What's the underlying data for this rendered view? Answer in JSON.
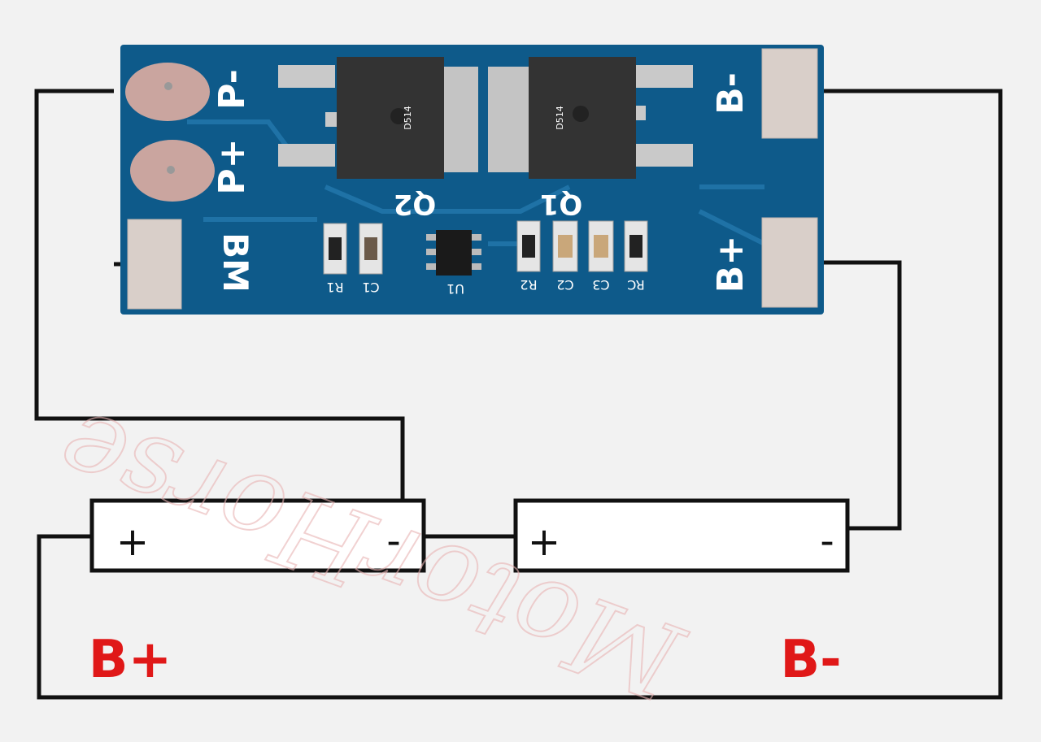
{
  "board": {
    "color": "#0e5a8a",
    "pad_labels": {
      "p_minus": "P-",
      "p_plus": "P+",
      "bm": "BM",
      "b_minus": "B-",
      "b_plus": "B+"
    },
    "components": {
      "q2": "Q2",
      "q1": "Q1",
      "u1": "U1",
      "r1": "R1",
      "c1": "C1",
      "r2": "R2",
      "c2": "C2",
      "c3": "C3",
      "rc": "RC"
    },
    "mosfet_marking": "D514"
  },
  "cells": [
    {
      "plus": "+",
      "minus": "-"
    },
    {
      "plus": "+",
      "minus": "-"
    }
  ],
  "terminals": {
    "b_plus": "B+",
    "b_minus": "B-",
    "color": "#e01818"
  },
  "watermark": "MotorHorse"
}
